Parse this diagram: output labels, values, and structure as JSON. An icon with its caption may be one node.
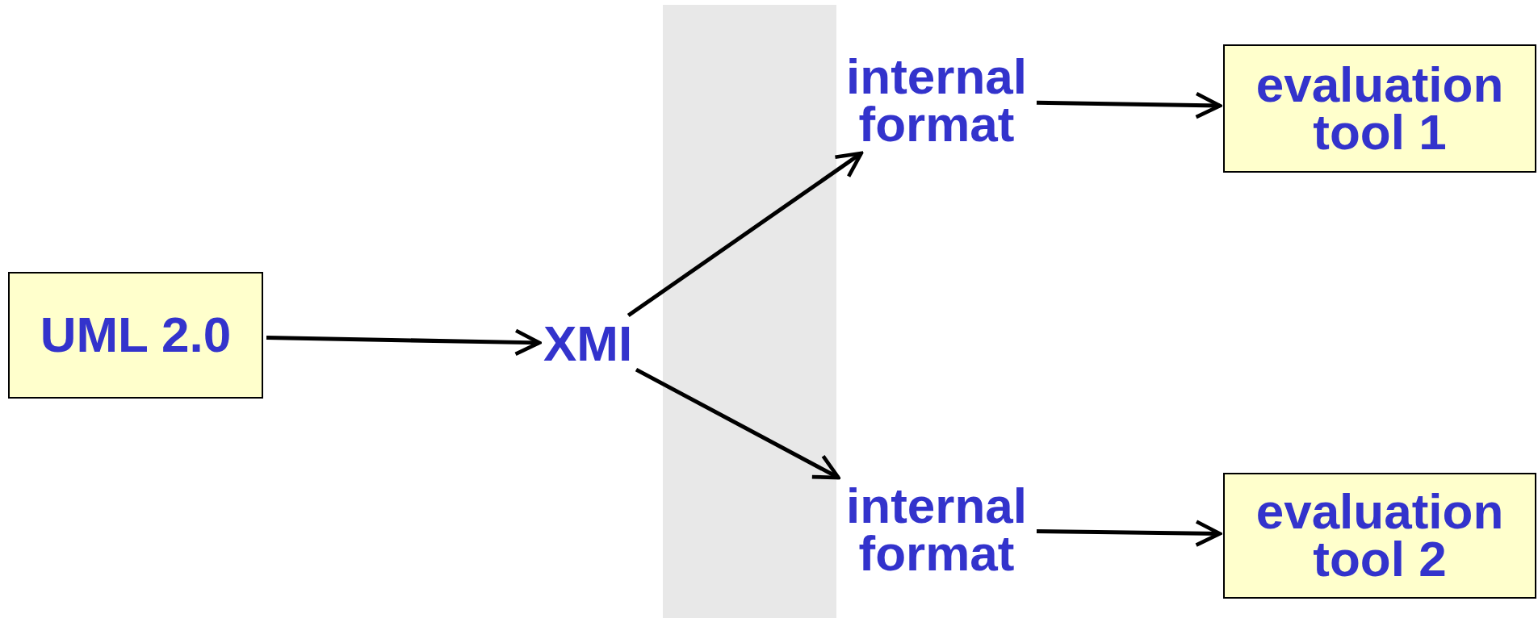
{
  "diagram": {
    "nodes": [
      {
        "text": [
          "UML 2.0"
        ]
      },
      {
        "text": [
          "XMI"
        ]
      },
      {
        "text": [
          "internal format"
        ]
      },
      {
        "text": [
          "evaluation tool 1"
        ]
      },
      {
        "text": [
          "internal format"
        ]
      },
      {
        "text": [
          "evaluation tool 2"
        ]
      }
    ],
    "edges": [
      {
        "from": 0,
        "to": 1,
        "arrow": "to"
      },
      {
        "from": 1,
        "to": 2,
        "arrow": "to"
      },
      {
        "from": 1,
        "to": 4,
        "arrow": "to"
      },
      {
        "from": 2,
        "to": 3,
        "arrow": "to"
      },
      {
        "from": 4,
        "to": 5,
        "arrow": "to"
      }
    ]
  }
}
